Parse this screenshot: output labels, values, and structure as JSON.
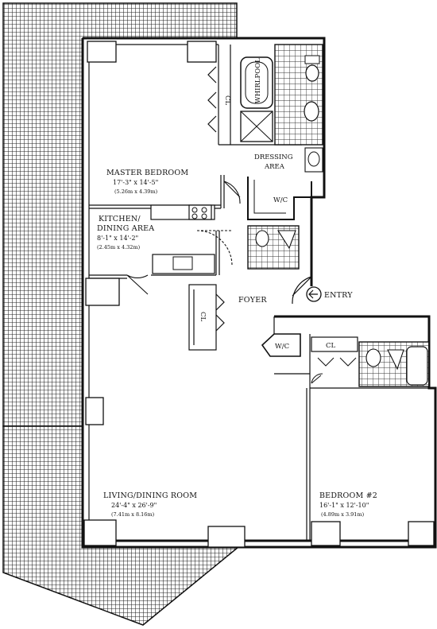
{
  "rooms": {
    "master_bedroom": {
      "name": "MASTER BEDROOM",
      "dims": "17'-3\" x 14'-5\"",
      "metric": "(5.26m x 4.39m)"
    },
    "kitchen": {
      "name_line1": "KITCHEN/",
      "name_line2": "DINING AREA",
      "dims": "8'-1\" x 14'-2\"",
      "metric": "(2.45m x 4.32m)"
    },
    "living": {
      "name": "LIVING/DINING ROOM",
      "dims": "24'-4\" x 26'-9\"",
      "metric": "(7.41m x 8.16m)"
    },
    "bedroom2": {
      "name": "BEDROOM #2",
      "dims": "16'-1\" x 12'-10\"",
      "metric": "(4.89m x 3.91m)"
    }
  },
  "labels": {
    "dressing_line1": "DRESSING",
    "dressing_line2": "AREA",
    "wic_1": "W/C",
    "wic_2": "W/C",
    "cl_1": "CL",
    "cl_2": "CL",
    "cl_3": "CL",
    "whirlpool": "WHIRLPOOL",
    "foyer": "FOYER",
    "entry": "ENTRY"
  }
}
